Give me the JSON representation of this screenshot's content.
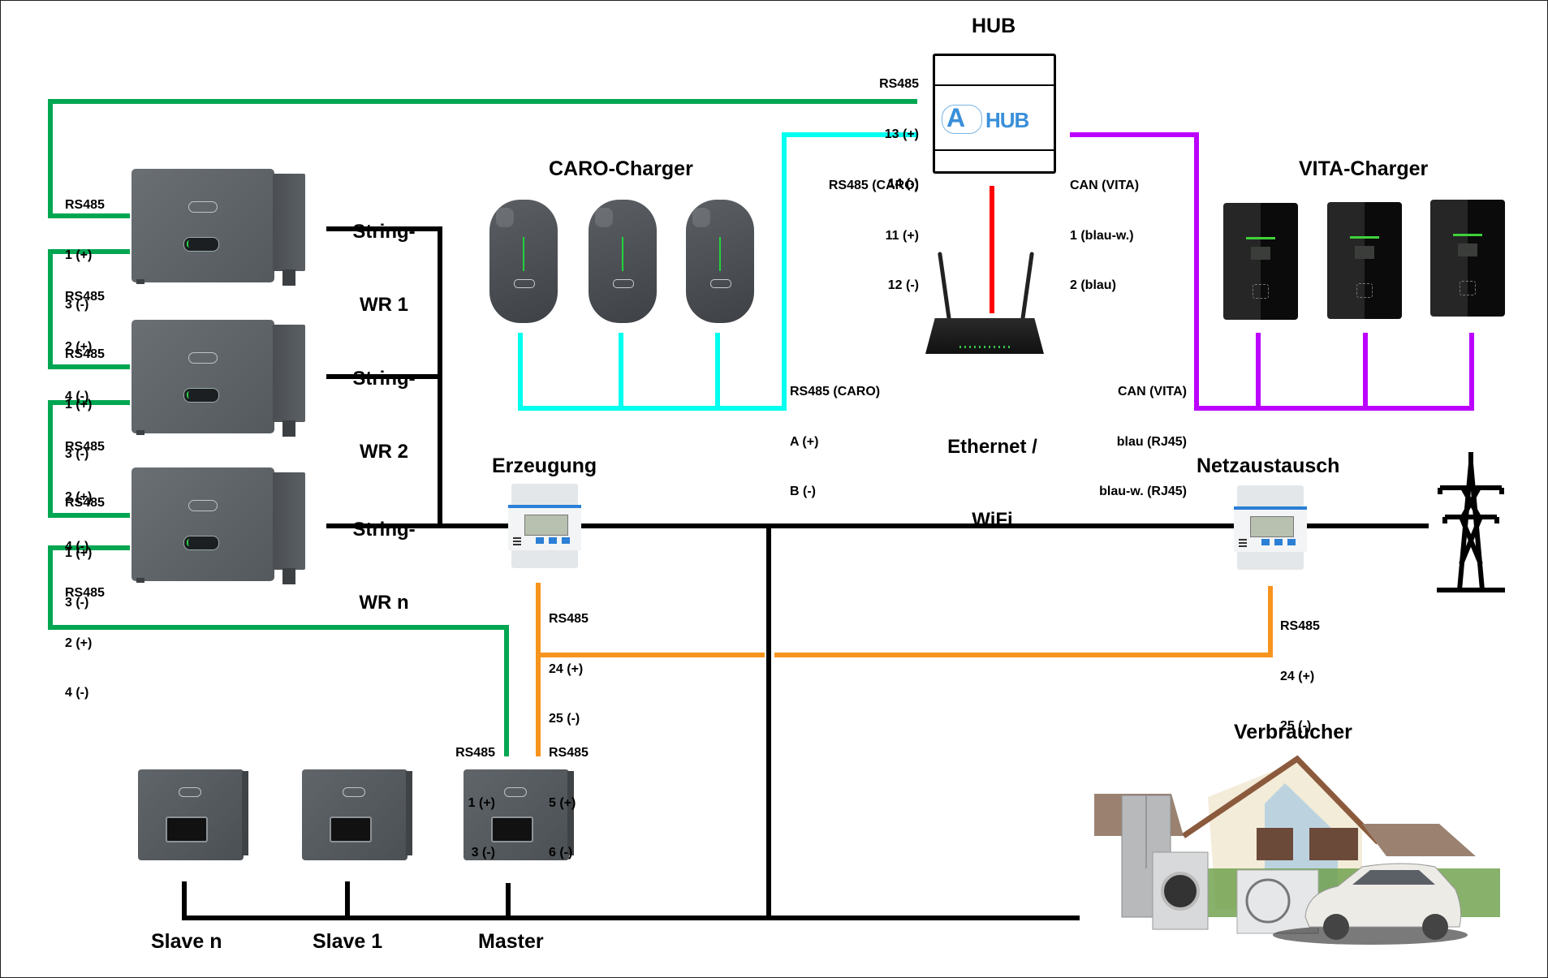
{
  "diagram": {
    "title": "ZCS Azzurro system wiring diagram",
    "colors": {
      "rs485_hub_inverters": "#00a651",
      "rs485_caro": "#00ffee",
      "can_vita": "#bb00ff",
      "ethernet": "#ff0000",
      "rs485_meters": "#f7941d",
      "power_ac": "#000000"
    },
    "hub": {
      "title": "HUB",
      "logo_text": "HUB",
      "logo_letter": "A",
      "left_rs485": [
        "RS485",
        "13 (+)",
        "14 (-)"
      ],
      "left_caro": [
        "RS485 (CARO)",
        "11 (+)",
        "12 (-)"
      ],
      "right_can": [
        "CAN (VITA)",
        "1 (blau-w.)",
        "2 (blau)"
      ]
    },
    "caro": {
      "title": "CARO-Charger",
      "count": 3,
      "bus_label": [
        "RS485 (CARO)",
        "A (+)",
        "B (-)"
      ]
    },
    "vita": {
      "title": "VITA-Charger",
      "count": 3,
      "bus_label": [
        "CAN (VITA)",
        "blau (RJ45)",
        "blau-w. (RJ45)"
      ]
    },
    "router": {
      "label_line1": "Ethernet /",
      "label_line2": "WiFi"
    },
    "string_inverters": [
      {
        "label_line1": "String-",
        "label_line2": "WR 1"
      },
      {
        "label_line1": "String-",
        "label_line2": "WR 2"
      },
      {
        "label_line1": "String-",
        "label_line2": "WR n"
      }
    ],
    "string_rs485_labels": [
      [
        "RS485",
        "1 (+)",
        "3 (-)"
      ],
      [
        "RS485",
        "2 (+)",
        "4 (-)"
      ],
      [
        "RS485",
        "1 (+)",
        "3 (-)"
      ],
      [
        "RS485",
        "2 (+)",
        "4 (-)"
      ],
      [
        "RS485",
        "1 (+)",
        "3 (-)"
      ],
      [
        "RS485",
        "2 (+)",
        "4 (-)"
      ]
    ],
    "meters": {
      "generation": {
        "title": "Erzeugung",
        "rs485": [
          "RS485",
          "24 (+)",
          "25 (-)"
        ]
      },
      "grid": {
        "title": "Netzaustausch",
        "rs485": [
          "RS485",
          "24 (+)",
          "25 (-)"
        ]
      }
    },
    "hybrid_inverters": {
      "labels": [
        "Slave n",
        "Slave 1",
        "Master"
      ],
      "master_rs485_green": [
        "RS485",
        "1 (+)",
        "3 (-)"
      ],
      "master_rs485_orange": [
        "RS485",
        "5 (+)",
        "6 (-)"
      ]
    },
    "consumers": {
      "title": "Verbraucher"
    }
  }
}
